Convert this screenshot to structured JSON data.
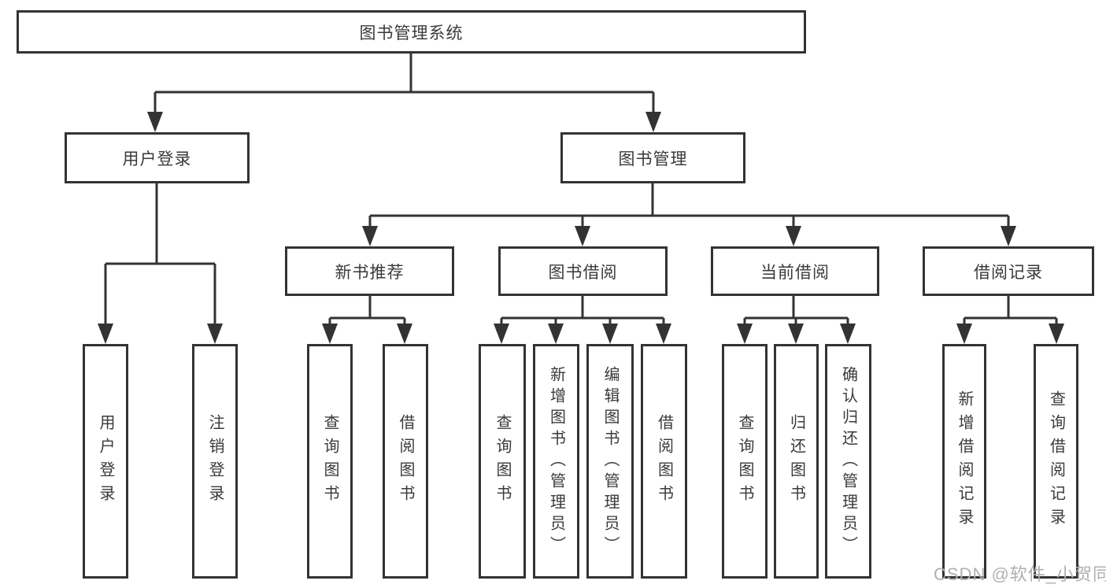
{
  "tree": {
    "root": "图书管理系统",
    "branches": [
      {
        "label": "用户登录",
        "children": [
          {
            "label": "用户登录"
          },
          {
            "label": "注销登录"
          }
        ]
      },
      {
        "label": "图书管理",
        "children": [
          {
            "label": "新书推荐",
            "children": [
              {
                "label": "查询图书"
              },
              {
                "label": "借阅图书"
              }
            ]
          },
          {
            "label": "图书借阅",
            "children": [
              {
                "label": "查询图书"
              },
              {
                "label": "新增图书（管理员）"
              },
              {
                "label": "编辑图书（管理员）"
              },
              {
                "label": "借阅图书"
              }
            ]
          },
          {
            "label": "当前借阅",
            "children": [
              {
                "label": "查询图书"
              },
              {
                "label": "归还图书"
              },
              {
                "label": "确认归还（管理员）"
              }
            ]
          },
          {
            "label": "借阅记录",
            "children": [
              {
                "label": "新增借阅记录"
              },
              {
                "label": "查询借阅记录"
              }
            ]
          }
        ]
      }
    ]
  },
  "watermark": {
    "text": "CSDN @软件_小贺同学"
  },
  "colors": {
    "line": "#333333",
    "text": "#3a3a3a",
    "watermark": "#b0b0b0",
    "background": "#ffffff"
  }
}
